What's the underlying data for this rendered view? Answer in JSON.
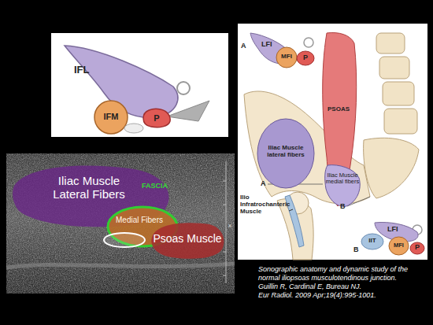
{
  "diagram": {
    "caption": "Sonographic anatomy and dynamic study of the normal iliopsoas musculotendinous junction.",
    "nodes": [
      {
        "text": [
          "IFL"
        ]
      },
      {
        "text": [
          "IFM"
        ]
      },
      {
        "text": [
          "P"
        ]
      },
      {
        "text": [
          "Iliac Muscle Lateral Fibers"
        ]
      },
      {
        "text": [
          "Medial Fibers"
        ]
      },
      {
        "text": [
          "Psoas Muscle"
        ]
      },
      {
        "text": [
          "LFI"
        ]
      },
      {
        "text": [
          "MFI"
        ]
      },
      {
        "text": [
          "P"
        ]
      },
      {
        "text": [
          "PSOAS"
        ]
      },
      {
        "text": [
          "Iliac Muscle lateral fibers"
        ]
      },
      {
        "text": [
          "Iliac Muscle medial fibers"
        ]
      },
      {
        "text": [
          "LFI"
        ]
      },
      {
        "text": [
          "IIT"
        ]
      },
      {
        "text": [
          "MFI"
        ]
      },
      {
        "text": [
          "P"
        ]
      }
    ],
    "labels": [
      "FASCIA",
      "x",
      "A",
      "A",
      "B",
      "B",
      "Ilio Infratrochanteric Muscle",
      "Guillin R, Cardinal E, Bureau NJ.",
      "Eur Radiol. 2009 Apr;19(4):995-1001."
    ]
  }
}
